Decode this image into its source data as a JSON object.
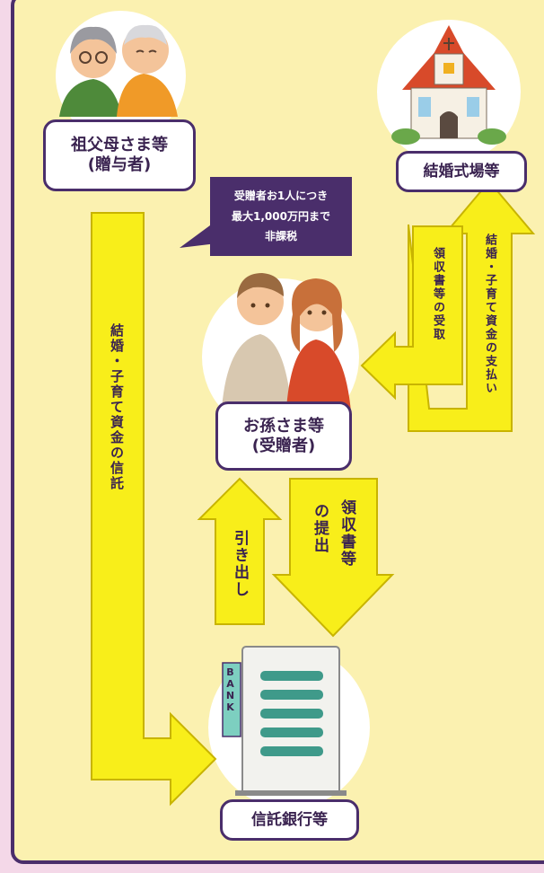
{
  "colors": {
    "background": "#f4d8e8",
    "panel": "#fbf1b0",
    "outline": "#4a2e6b",
    "arrow_fill": "#f8ee1a",
    "arrow_stroke": "#c8b400"
  },
  "nodes": {
    "grandparents": {
      "line1": "祖父母さま等",
      "line2": "(贈与者)"
    },
    "venue": {
      "label": "結婚式場等"
    },
    "grandchild": {
      "line1": "お孫さま等",
      "line2": "(受贈者)"
    },
    "bank": {
      "label": "信託銀行等",
      "sign": "BANK"
    }
  },
  "callout": {
    "line1": "受贈者お1人につき",
    "line2": "最大1,000万円まで",
    "line3": "非課税"
  },
  "arrows": {
    "trust": "結婚・子育て資金の信託",
    "receipt": "領収書等の受取",
    "payment": "結婚・子育て資金の支払い",
    "submit_col1": "領収書等",
    "submit_col2": "の提出",
    "withdraw": "引き出し"
  },
  "icons": [
    "grandparents-illustration",
    "church-icon",
    "couple-illustration",
    "bank-building-icon"
  ]
}
